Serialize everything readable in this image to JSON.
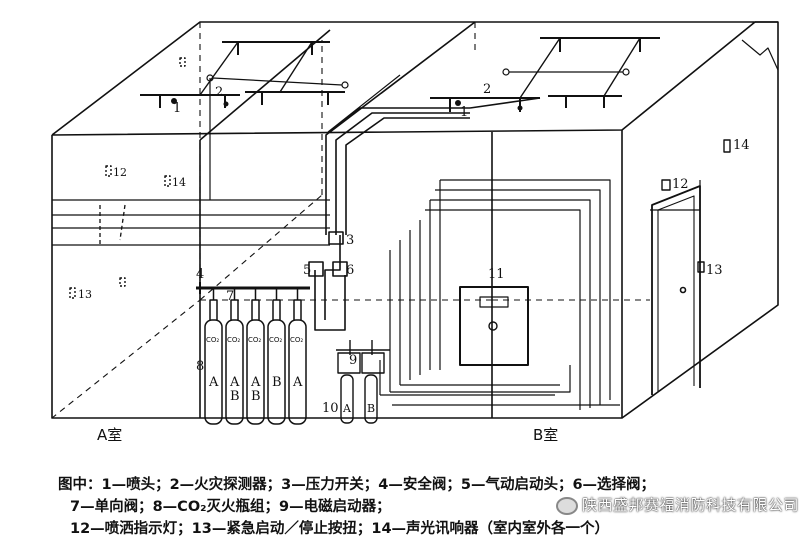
{
  "diagram": {
    "rooms": {
      "a": "A室",
      "b": "B室"
    },
    "callouts": {
      "n1": "1",
      "n1b": "1",
      "n2": "2",
      "n2b": "2",
      "n3": "3",
      "n4": "4",
      "n5": "5",
      "n6": "6",
      "n7": "7",
      "n8": "8",
      "n9": "9",
      "n10": "10",
      "n11": "11",
      "n12a": "12",
      "n12b": "12",
      "n13a": "13",
      "n13b": "13",
      "n14a": "14",
      "n14b": "14"
    },
    "cylinder_marks": [
      "A",
      "A\nB",
      "A\nB",
      "B",
      "A"
    ],
    "cylinder_code": "CO₂"
  },
  "legend": {
    "line1": "图中：1—喷头；2—火灾探测器；3—压力开关；4—安全阀；5—气动启动头；6—选择阀；",
    "line2": "7—单向阀；8—CO₂灭火瓶组；9—电磁启动器；",
    "line3": "12—喷洒指示灯；13—紧急启动／停止按扭；14—声光讯响器（室内室外各一个）"
  },
  "watermark": "陕西盛邦赛福消防科技有限公司"
}
